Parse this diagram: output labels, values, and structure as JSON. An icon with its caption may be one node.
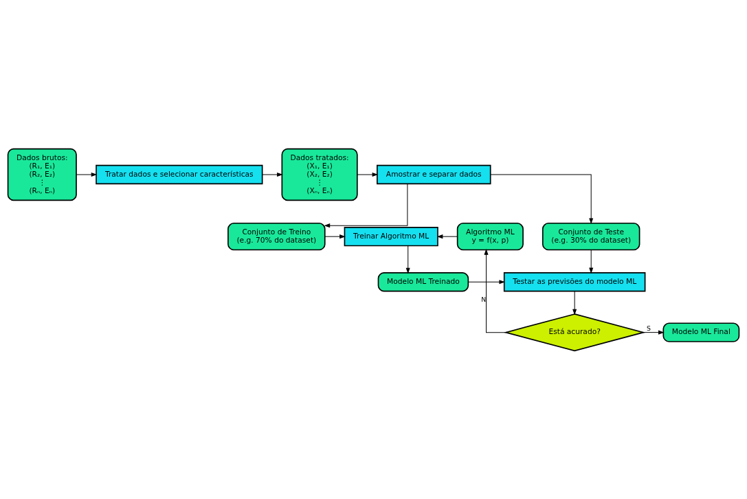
{
  "diagram": {
    "nodes": [
      {
        "text": [
          "Dados brutos:",
          "(R₁, E₁)",
          "(R₂, E₂)",
          "⋮",
          "(Rₙ, Eₙ)"
        ]
      },
      {
        "text": [
          "Tratar dados e selecionar características"
        ]
      },
      {
        "text": [
          "Dados tratados:",
          "(X₁, E₁)",
          "(X₂, E₂)",
          "⋮",
          "(Xₙ, Eₙ)"
        ]
      },
      {
        "text": [
          "Amostrar e separar dados"
        ]
      },
      {
        "text": [
          "Algoritmo ML",
          "y = f(x, p)"
        ]
      },
      {
        "text": [
          "Treinar Algoritmo ML"
        ]
      },
      {
        "text": [
          "Conjunto de Treino",
          "(e.g. 70% do dataset)"
        ]
      },
      {
        "text": [
          "Conjunto de Teste",
          "(e.g. 30% do dataset)"
        ]
      },
      {
        "text": [
          "Modelo ML Treinado"
        ]
      },
      {
        "text": [
          "Testar as previsões do modelo ML"
        ]
      },
      {
        "text": [
          "Está acurado?"
        ]
      },
      {
        "text": [
          "Modelo ML Final"
        ]
      }
    ],
    "edges": [
      {
        "from": 0,
        "to": 1,
        "arrow": "to"
      },
      {
        "from": 1,
        "to": 2,
        "arrow": "to"
      },
      {
        "from": 2,
        "to": 3,
        "arrow": "to"
      },
      {
        "from": 3,
        "to": 6,
        "arrow": "to"
      },
      {
        "from": 3,
        "to": 7,
        "arrow": "to"
      },
      {
        "from": 6,
        "to": 5,
        "arrow": "to"
      },
      {
        "from": 4,
        "to": 5,
        "arrow": "to"
      },
      {
        "from": 5,
        "to": 8,
        "arrow": "to"
      },
      {
        "from": 8,
        "to": 9,
        "arrow": "to"
      },
      {
        "from": 7,
        "to": 9,
        "arrow": "to"
      },
      {
        "from": 9,
        "to": 10,
        "arrow": "to"
      },
      {
        "from": 10,
        "to": 11,
        "label": "S",
        "arrow": "to"
      },
      {
        "from": 10,
        "to": 4,
        "label": "N",
        "arrow": "to"
      }
    ]
  }
}
